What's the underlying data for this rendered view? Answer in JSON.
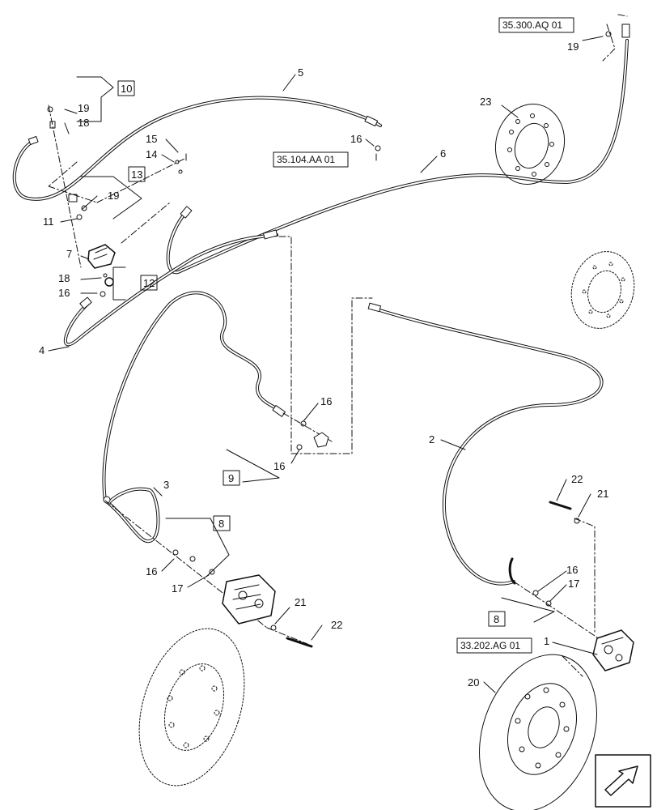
{
  "callouts": [
    {
      "key": "c1",
      "text": "1"
    },
    {
      "key": "c2",
      "text": "2"
    },
    {
      "key": "c3",
      "text": "3"
    },
    {
      "key": "c4",
      "text": "4"
    },
    {
      "key": "c5",
      "text": "5"
    },
    {
      "key": "c6",
      "text": "6"
    },
    {
      "key": "c7",
      "text": "7"
    },
    {
      "key": "c11",
      "text": "11"
    },
    {
      "key": "c14",
      "text": "14"
    },
    {
      "key": "c15",
      "text": "15"
    },
    {
      "key": "c16a",
      "text": "16"
    },
    {
      "key": "c16b",
      "text": "16"
    },
    {
      "key": "c16c",
      "text": "16"
    },
    {
      "key": "c16d",
      "text": "16"
    },
    {
      "key": "c16e",
      "text": "16"
    },
    {
      "key": "c16f",
      "text": "16"
    },
    {
      "key": "c17a",
      "text": "17"
    },
    {
      "key": "c17b",
      "text": "17"
    },
    {
      "key": "c18a",
      "text": "18"
    },
    {
      "key": "c18b",
      "text": "18"
    },
    {
      "key": "c19a",
      "text": "19"
    },
    {
      "key": "c19b",
      "text": "19"
    },
    {
      "key": "c19c",
      "text": "19"
    },
    {
      "key": "c20",
      "text": "20"
    },
    {
      "key": "c21a",
      "text": "21"
    },
    {
      "key": "c21b",
      "text": "21"
    },
    {
      "key": "c22a",
      "text": "22"
    },
    {
      "key": "c22b",
      "text": "22"
    },
    {
      "key": "c23",
      "text": "23"
    }
  ],
  "kit_boxes": [
    {
      "key": "k10",
      "text": "10"
    },
    {
      "key": "k13",
      "text": "13"
    },
    {
      "key": "k12",
      "text": "12"
    },
    {
      "key": "k9",
      "text": "9"
    },
    {
      "key": "k8a",
      "text": "8"
    },
    {
      "key": "k8b",
      "text": "8"
    }
  ],
  "reference_boxes": [
    {
      "key": "r1",
      "text": "35.300.AQ 01"
    },
    {
      "key": "r2",
      "text": "35.104.AA 01"
    },
    {
      "key": "r3",
      "text": "33.202.AG 01"
    }
  ],
  "nav_icon": "next-page-arrow-icon"
}
